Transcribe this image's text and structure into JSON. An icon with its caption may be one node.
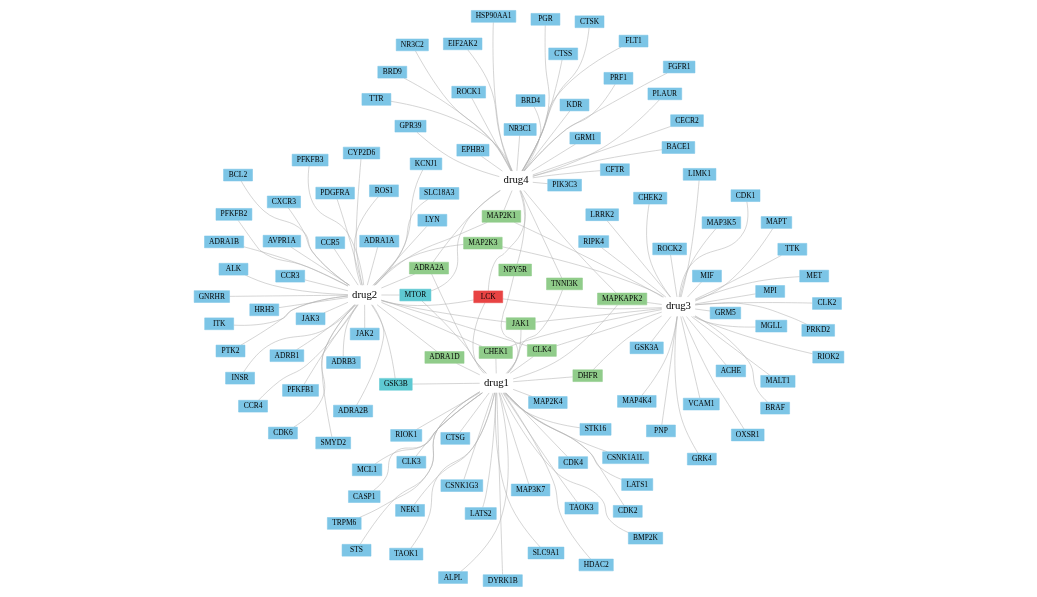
{
  "diagram": {
    "nodes": [
      {
        "text": [
          "FLT1"
        ]
      },
      {
        "text": [
          "NR3C1"
        ]
      },
      {
        "text": [
          "GRM1"
        ]
      },
      {
        "text": [
          "GPR39"
        ]
      },
      {
        "text": [
          "KDR"
        ]
      },
      {
        "text": [
          "EPHB3"
        ]
      },
      {
        "text": [
          "FGFR1"
        ]
      },
      {
        "text": [
          "HSP90AA1"
        ]
      },
      {
        "text": [
          "TTR"
        ]
      },
      {
        "text": [
          "BACE1"
        ]
      },
      {
        "text": [
          "CECR2"
        ]
      },
      {
        "text": [
          "PRF1"
        ]
      },
      {
        "text": [
          "PIK3C3"
        ]
      },
      {
        "text": [
          "PLAUR"
        ]
      },
      {
        "text": [
          "CFTR"
        ]
      },
      {
        "text": [
          "PGR"
        ]
      },
      {
        "text": [
          "CTSS"
        ]
      },
      {
        "text": [
          "EIF2AK2"
        ]
      },
      {
        "text": [
          "CTSK"
        ]
      },
      {
        "text": [
          "BRD9"
        ]
      },
      {
        "text": [
          "BRD4"
        ]
      },
      {
        "text": [
          "NR3C2"
        ]
      },
      {
        "text": [
          "ROCK1"
        ]
      },
      {
        "text": [
          "RIOK1"
        ]
      },
      {
        "text": [
          "MAP3K7"
        ]
      },
      {
        "text": [
          "MAP3K5"
        ]
      },
      {
        "text": [
          "VCAM1"
        ]
      },
      {
        "text": [
          "MAP4K4"
        ]
      },
      {
        "text": [
          "MIF"
        ]
      },
      {
        "text": [
          "drug4"
        ]
      },
      {
        "text": [
          "MAPT"
        ]
      },
      {
        "text": [
          "ROCK2"
        ]
      },
      {
        "text": [
          "LATS2"
        ]
      },
      {
        "text": [
          "NPY5R"
        ]
      },
      {
        "text": [
          "MAP2K1"
        ]
      },
      {
        "text": [
          "TNNI3K"
        ]
      },
      {
        "text": [
          "MGLL"
        ]
      },
      {
        "text": [
          "GRM5"
        ]
      },
      {
        "text": [
          "CLK2"
        ]
      },
      {
        "text": [
          "MCL1"
        ]
      },
      {
        "text": [
          "HDAC2"
        ]
      },
      {
        "text": [
          "STS"
        ]
      },
      {
        "text": [
          "CDK1"
        ]
      },
      {
        "text": [
          "BRAF"
        ]
      },
      {
        "text": [
          "RIOK2"
        ]
      },
      {
        "text": [
          "ADRA2A"
        ]
      },
      {
        "text": [
          "JAK1"
        ]
      },
      {
        "text": [
          "MAPKAPK2"
        ]
      },
      {
        "text": [
          "CLK3"
        ]
      },
      {
        "text": [
          "LATS1"
        ]
      },
      {
        "text": [
          "NEK1"
        ]
      },
      {
        "text": [
          "CHEK2"
        ]
      },
      {
        "text": [
          "GRK4"
        ]
      },
      {
        "text": [
          "TTK"
        ]
      },
      {
        "text": [
          "drug1"
        ]
      },
      {
        "text": [
          "ADRA1D"
        ]
      },
      {
        "text": [
          "MAP2K3"
        ]
      },
      {
        "text": [
          "CHEK1"
        ]
      },
      {
        "text": [
          "drug3"
        ]
      },
      {
        "text": [
          "CASP1"
        ]
      },
      {
        "text": [
          "CDK2"
        ]
      },
      {
        "text": [
          "MAP2K4"
        ]
      },
      {
        "text": [
          "OXSR1"
        ]
      },
      {
        "text": [
          "RIPK4"
        ]
      },
      {
        "text": [
          "MET"
        ]
      },
      {
        "text": [
          "SLC9A1"
        ]
      },
      {
        "text": [
          "TAOK1"
        ]
      },
      {
        "text": [
          "ALPL"
        ]
      },
      {
        "text": [
          "DHFR"
        ]
      },
      {
        "text": [
          "CLK4"
        ]
      },
      {
        "text": [
          "LCK"
        ]
      },
      {
        "text": [
          "PRKD2"
        ]
      },
      {
        "text": [
          "MALT1"
        ]
      },
      {
        "text": [
          "LIMK1"
        ]
      },
      {
        "text": [
          "CSNK1A1L"
        ]
      },
      {
        "text": [
          "TAOK3"
        ]
      },
      {
        "text": [
          "CSNK1G3"
        ]
      },
      {
        "text": [
          "GSK3B"
        ]
      },
      {
        "text": [
          "MTOR"
        ]
      },
      {
        "text": [
          "GSK3A"
        ]
      },
      {
        "text": [
          "LRRK2"
        ]
      },
      {
        "text": [
          "MPI"
        ]
      },
      {
        "text": [
          "CTSG"
        ]
      },
      {
        "text": [
          "TRPM6"
        ]
      },
      {
        "text": [
          "BMP2K"
        ]
      },
      {
        "text": [
          "ACHE"
        ]
      },
      {
        "text": [
          "PNP"
        ]
      },
      {
        "text": [
          "CDK4"
        ]
      },
      {
        "text": [
          "DYRK1B"
        ]
      },
      {
        "text": [
          "STK16"
        ]
      },
      {
        "text": [
          "drug2"
        ]
      },
      {
        "text": [
          "CYP2D6"
        ]
      },
      {
        "text": [
          "HRH3"
        ]
      },
      {
        "text": [
          "GNRHR"
        ]
      },
      {
        "text": [
          "ITK"
        ]
      },
      {
        "text": [
          "AVPR1A"
        ]
      },
      {
        "text": [
          "INSR"
        ]
      },
      {
        "text": [
          "LYN"
        ]
      },
      {
        "text": [
          "PFKFB1"
        ]
      },
      {
        "text": [
          "JAK3"
        ]
      },
      {
        "text": [
          "KCNJ1"
        ]
      },
      {
        "text": [
          "PFKFB2"
        ]
      },
      {
        "text": [
          "PDGFRA"
        ]
      },
      {
        "text": [
          "JAK2"
        ]
      },
      {
        "text": [
          "PFKFB3"
        ]
      },
      {
        "text": [
          "SMYD2"
        ]
      },
      {
        "text": [
          "ROS1"
        ]
      },
      {
        "text": [
          "ADRB1"
        ]
      },
      {
        "text": [
          "SLC18A3"
        ]
      },
      {
        "text": [
          "ALK"
        ]
      },
      {
        "text": [
          "ADRB3"
        ]
      },
      {
        "text": [
          "PTK2"
        ]
      },
      {
        "text": [
          "ADRA1A"
        ]
      },
      {
        "text": [
          "CCR4"
        ]
      },
      {
        "text": [
          "ADRA1B"
        ]
      },
      {
        "text": [
          "BCL2"
        ]
      },
      {
        "text": [
          "CXCR3"
        ]
      },
      {
        "text": [
          "CDK6"
        ]
      },
      {
        "text": [
          "ADRA2B"
        ]
      },
      {
        "text": [
          "CCR3"
        ]
      },
      {
        "text": [
          "CCR5"
        ]
      }
    ],
    "edges": [
      {
        "from": 29,
        "to": 0,
        "arrow": "none"
      },
      {
        "from": 29,
        "to": 1,
        "arrow": "none"
      },
      {
        "from": 29,
        "to": 2,
        "arrow": "none"
      },
      {
        "from": 29,
        "to": 3,
        "arrow": "none"
      },
      {
        "from": 29,
        "to": 4,
        "arrow": "none"
      },
      {
        "from": 29,
        "to": 5,
        "arrow": "none"
      },
      {
        "from": 29,
        "to": 6,
        "arrow": "none"
      },
      {
        "from": 29,
        "to": 7,
        "arrow": "none"
      },
      {
        "from": 29,
        "to": 8,
        "arrow": "none"
      },
      {
        "from": 29,
        "to": 9,
        "arrow": "none"
      },
      {
        "from": 29,
        "to": 10,
        "arrow": "none"
      },
      {
        "from": 29,
        "to": 11,
        "arrow": "none"
      },
      {
        "from": 29,
        "to": 12,
        "arrow": "none"
      },
      {
        "from": 29,
        "to": 13,
        "arrow": "none"
      },
      {
        "from": 29,
        "to": 14,
        "arrow": "none"
      },
      {
        "from": 29,
        "to": 15,
        "arrow": "none"
      },
      {
        "from": 29,
        "to": 16,
        "arrow": "none"
      },
      {
        "from": 29,
        "to": 17,
        "arrow": "none"
      },
      {
        "from": 29,
        "to": 18,
        "arrow": "none"
      },
      {
        "from": 29,
        "to": 19,
        "arrow": "none"
      },
      {
        "from": 29,
        "to": 20,
        "arrow": "none"
      },
      {
        "from": 29,
        "to": 21,
        "arrow": "none"
      },
      {
        "from": 29,
        "to": 22,
        "arrow": "none"
      },
      {
        "from": 29,
        "to": 33,
        "arrow": "none"
      },
      {
        "from": 29,
        "to": 34,
        "arrow": "none"
      },
      {
        "from": 29,
        "to": 35,
        "arrow": "none"
      },
      {
        "from": 29,
        "to": 45,
        "arrow": "none"
      },
      {
        "from": 29,
        "to": 47,
        "arrow": "none"
      },
      {
        "from": 29,
        "to": 70,
        "arrow": "none"
      },
      {
        "from": 29,
        "to": 78,
        "arrow": "none"
      },
      {
        "from": 54,
        "to": 23,
        "arrow": "none"
      },
      {
        "from": 54,
        "to": 24,
        "arrow": "none"
      },
      {
        "from": 54,
        "to": 32,
        "arrow": "none"
      },
      {
        "from": 54,
        "to": 39,
        "arrow": "none"
      },
      {
        "from": 54,
        "to": 40,
        "arrow": "none"
      },
      {
        "from": 54,
        "to": 41,
        "arrow": "none"
      },
      {
        "from": 54,
        "to": 48,
        "arrow": "none"
      },
      {
        "from": 54,
        "to": 49,
        "arrow": "none"
      },
      {
        "from": 54,
        "to": 50,
        "arrow": "none"
      },
      {
        "from": 54,
        "to": 59,
        "arrow": "none"
      },
      {
        "from": 54,
        "to": 60,
        "arrow": "none"
      },
      {
        "from": 54,
        "to": 61,
        "arrow": "none"
      },
      {
        "from": 54,
        "to": 65,
        "arrow": "none"
      },
      {
        "from": 54,
        "to": 66,
        "arrow": "none"
      },
      {
        "from": 54,
        "to": 67,
        "arrow": "none"
      },
      {
        "from": 54,
        "to": 74,
        "arrow": "none"
      },
      {
        "from": 54,
        "to": 75,
        "arrow": "none"
      },
      {
        "from": 54,
        "to": 76,
        "arrow": "none"
      },
      {
        "from": 54,
        "to": 82,
        "arrow": "none"
      },
      {
        "from": 54,
        "to": 83,
        "arrow": "none"
      },
      {
        "from": 54,
        "to": 84,
        "arrow": "none"
      },
      {
        "from": 54,
        "to": 87,
        "arrow": "none"
      },
      {
        "from": 54,
        "to": 88,
        "arrow": "none"
      },
      {
        "from": 54,
        "to": 89,
        "arrow": "none"
      },
      {
        "from": 54,
        "to": 33,
        "arrow": "none"
      },
      {
        "from": 54,
        "to": 35,
        "arrow": "none"
      },
      {
        "from": 54,
        "to": 45,
        "arrow": "none"
      },
      {
        "from": 54,
        "to": 46,
        "arrow": "none"
      },
      {
        "from": 54,
        "to": 47,
        "arrow": "none"
      },
      {
        "from": 54,
        "to": 55,
        "arrow": "none"
      },
      {
        "from": 54,
        "to": 57,
        "arrow": "none"
      },
      {
        "from": 54,
        "to": 68,
        "arrow": "none"
      },
      {
        "from": 54,
        "to": 69,
        "arrow": "none"
      },
      {
        "from": 54,
        "to": 70,
        "arrow": "none"
      },
      {
        "from": 54,
        "to": 77,
        "arrow": "none"
      },
      {
        "from": 54,
        "to": 78,
        "arrow": "none"
      },
      {
        "from": 58,
        "to": 25,
        "arrow": "none"
      },
      {
        "from": 58,
        "to": 30,
        "arrow": "none"
      },
      {
        "from": 58,
        "to": 31,
        "arrow": "none"
      },
      {
        "from": 58,
        "to": 26,
        "arrow": "none"
      },
      {
        "from": 58,
        "to": 27,
        "arrow": "none"
      },
      {
        "from": 58,
        "to": 28,
        "arrow": "none"
      },
      {
        "from": 58,
        "to": 36,
        "arrow": "none"
      },
      {
        "from": 58,
        "to": 37,
        "arrow": "none"
      },
      {
        "from": 58,
        "to": 38,
        "arrow": "none"
      },
      {
        "from": 58,
        "to": 42,
        "arrow": "none"
      },
      {
        "from": 58,
        "to": 43,
        "arrow": "none"
      },
      {
        "from": 58,
        "to": 44,
        "arrow": "none"
      },
      {
        "from": 58,
        "to": 51,
        "arrow": "none"
      },
      {
        "from": 58,
        "to": 52,
        "arrow": "none"
      },
      {
        "from": 58,
        "to": 53,
        "arrow": "none"
      },
      {
        "from": 58,
        "to": 62,
        "arrow": "none"
      },
      {
        "from": 58,
        "to": 63,
        "arrow": "none"
      },
      {
        "from": 58,
        "to": 64,
        "arrow": "none"
      },
      {
        "from": 58,
        "to": 71,
        "arrow": "none"
      },
      {
        "from": 58,
        "to": 72,
        "arrow": "none"
      },
      {
        "from": 58,
        "to": 73,
        "arrow": "none"
      },
      {
        "from": 58,
        "to": 79,
        "arrow": "none"
      },
      {
        "from": 58,
        "to": 80,
        "arrow": "none"
      },
      {
        "from": 58,
        "to": 81,
        "arrow": "none"
      },
      {
        "from": 58,
        "to": 85,
        "arrow": "none"
      },
      {
        "from": 58,
        "to": 86,
        "arrow": "none"
      },
      {
        "from": 58,
        "to": 34,
        "arrow": "none"
      },
      {
        "from": 58,
        "to": 46,
        "arrow": "none"
      },
      {
        "from": 58,
        "to": 47,
        "arrow": "none"
      },
      {
        "from": 58,
        "to": 56,
        "arrow": "none"
      },
      {
        "from": 58,
        "to": 57,
        "arrow": "none"
      },
      {
        "from": 58,
        "to": 68,
        "arrow": "none"
      },
      {
        "from": 58,
        "to": 69,
        "arrow": "none"
      },
      {
        "from": 58,
        "to": 70,
        "arrow": "none"
      },
      {
        "from": 90,
        "to": 34,
        "arrow": "none"
      },
      {
        "from": 90,
        "to": 45,
        "arrow": "none"
      },
      {
        "from": 90,
        "to": 46,
        "arrow": "none"
      },
      {
        "from": 90,
        "to": 55,
        "arrow": "none"
      },
      {
        "from": 90,
        "to": 56,
        "arrow": "none"
      },
      {
        "from": 90,
        "to": 57,
        "arrow": "none"
      },
      {
        "from": 90,
        "to": 69,
        "arrow": "none"
      },
      {
        "from": 90,
        "to": 70,
        "arrow": "none"
      },
      {
        "from": 90,
        "to": 77,
        "arrow": "none"
      },
      {
        "from": 90,
        "to": 78,
        "arrow": "none"
      },
      {
        "from": 90,
        "to": 91,
        "arrow": "none"
      },
      {
        "from": 90,
        "to": 92,
        "arrow": "none"
      },
      {
        "from": 90,
        "to": 93,
        "arrow": "none"
      },
      {
        "from": 90,
        "to": 94,
        "arrow": "none"
      },
      {
        "from": 90,
        "to": 95,
        "arrow": "none"
      },
      {
        "from": 90,
        "to": 96,
        "arrow": "none"
      },
      {
        "from": 90,
        "to": 97,
        "arrow": "none"
      },
      {
        "from": 90,
        "to": 98,
        "arrow": "none"
      },
      {
        "from": 90,
        "to": 99,
        "arrow": "none"
      },
      {
        "from": 90,
        "to": 100,
        "arrow": "none"
      },
      {
        "from": 90,
        "to": 101,
        "arrow": "none"
      },
      {
        "from": 90,
        "to": 102,
        "arrow": "none"
      },
      {
        "from": 90,
        "to": 103,
        "arrow": "none"
      },
      {
        "from": 90,
        "to": 104,
        "arrow": "none"
      },
      {
        "from": 90,
        "to": 105,
        "arrow": "none"
      },
      {
        "from": 90,
        "to": 106,
        "arrow": "none"
      },
      {
        "from": 90,
        "to": 107,
        "arrow": "none"
      },
      {
        "from": 90,
        "to": 108,
        "arrow": "none"
      },
      {
        "from": 90,
        "to": 109,
        "arrow": "none"
      },
      {
        "from": 90,
        "to": 110,
        "arrow": "none"
      },
      {
        "from": 90,
        "to": 111,
        "arrow": "none"
      },
      {
        "from": 90,
        "to": 112,
        "arrow": "none"
      },
      {
        "from": 90,
        "to": 113,
        "arrow": "none"
      },
      {
        "from": 90,
        "to": 114,
        "arrow": "none"
      },
      {
        "from": 90,
        "to": 115,
        "arrow": "none"
      },
      {
        "from": 90,
        "to": 116,
        "arrow": "none"
      },
      {
        "from": 90,
        "to": 117,
        "arrow": "none"
      },
      {
        "from": 90,
        "to": 118,
        "arrow": "none"
      },
      {
        "from": 90,
        "to": 119,
        "arrow": "none"
      },
      {
        "from": 90,
        "to": 120,
        "arrow": "none"
      }
    ]
  }
}
